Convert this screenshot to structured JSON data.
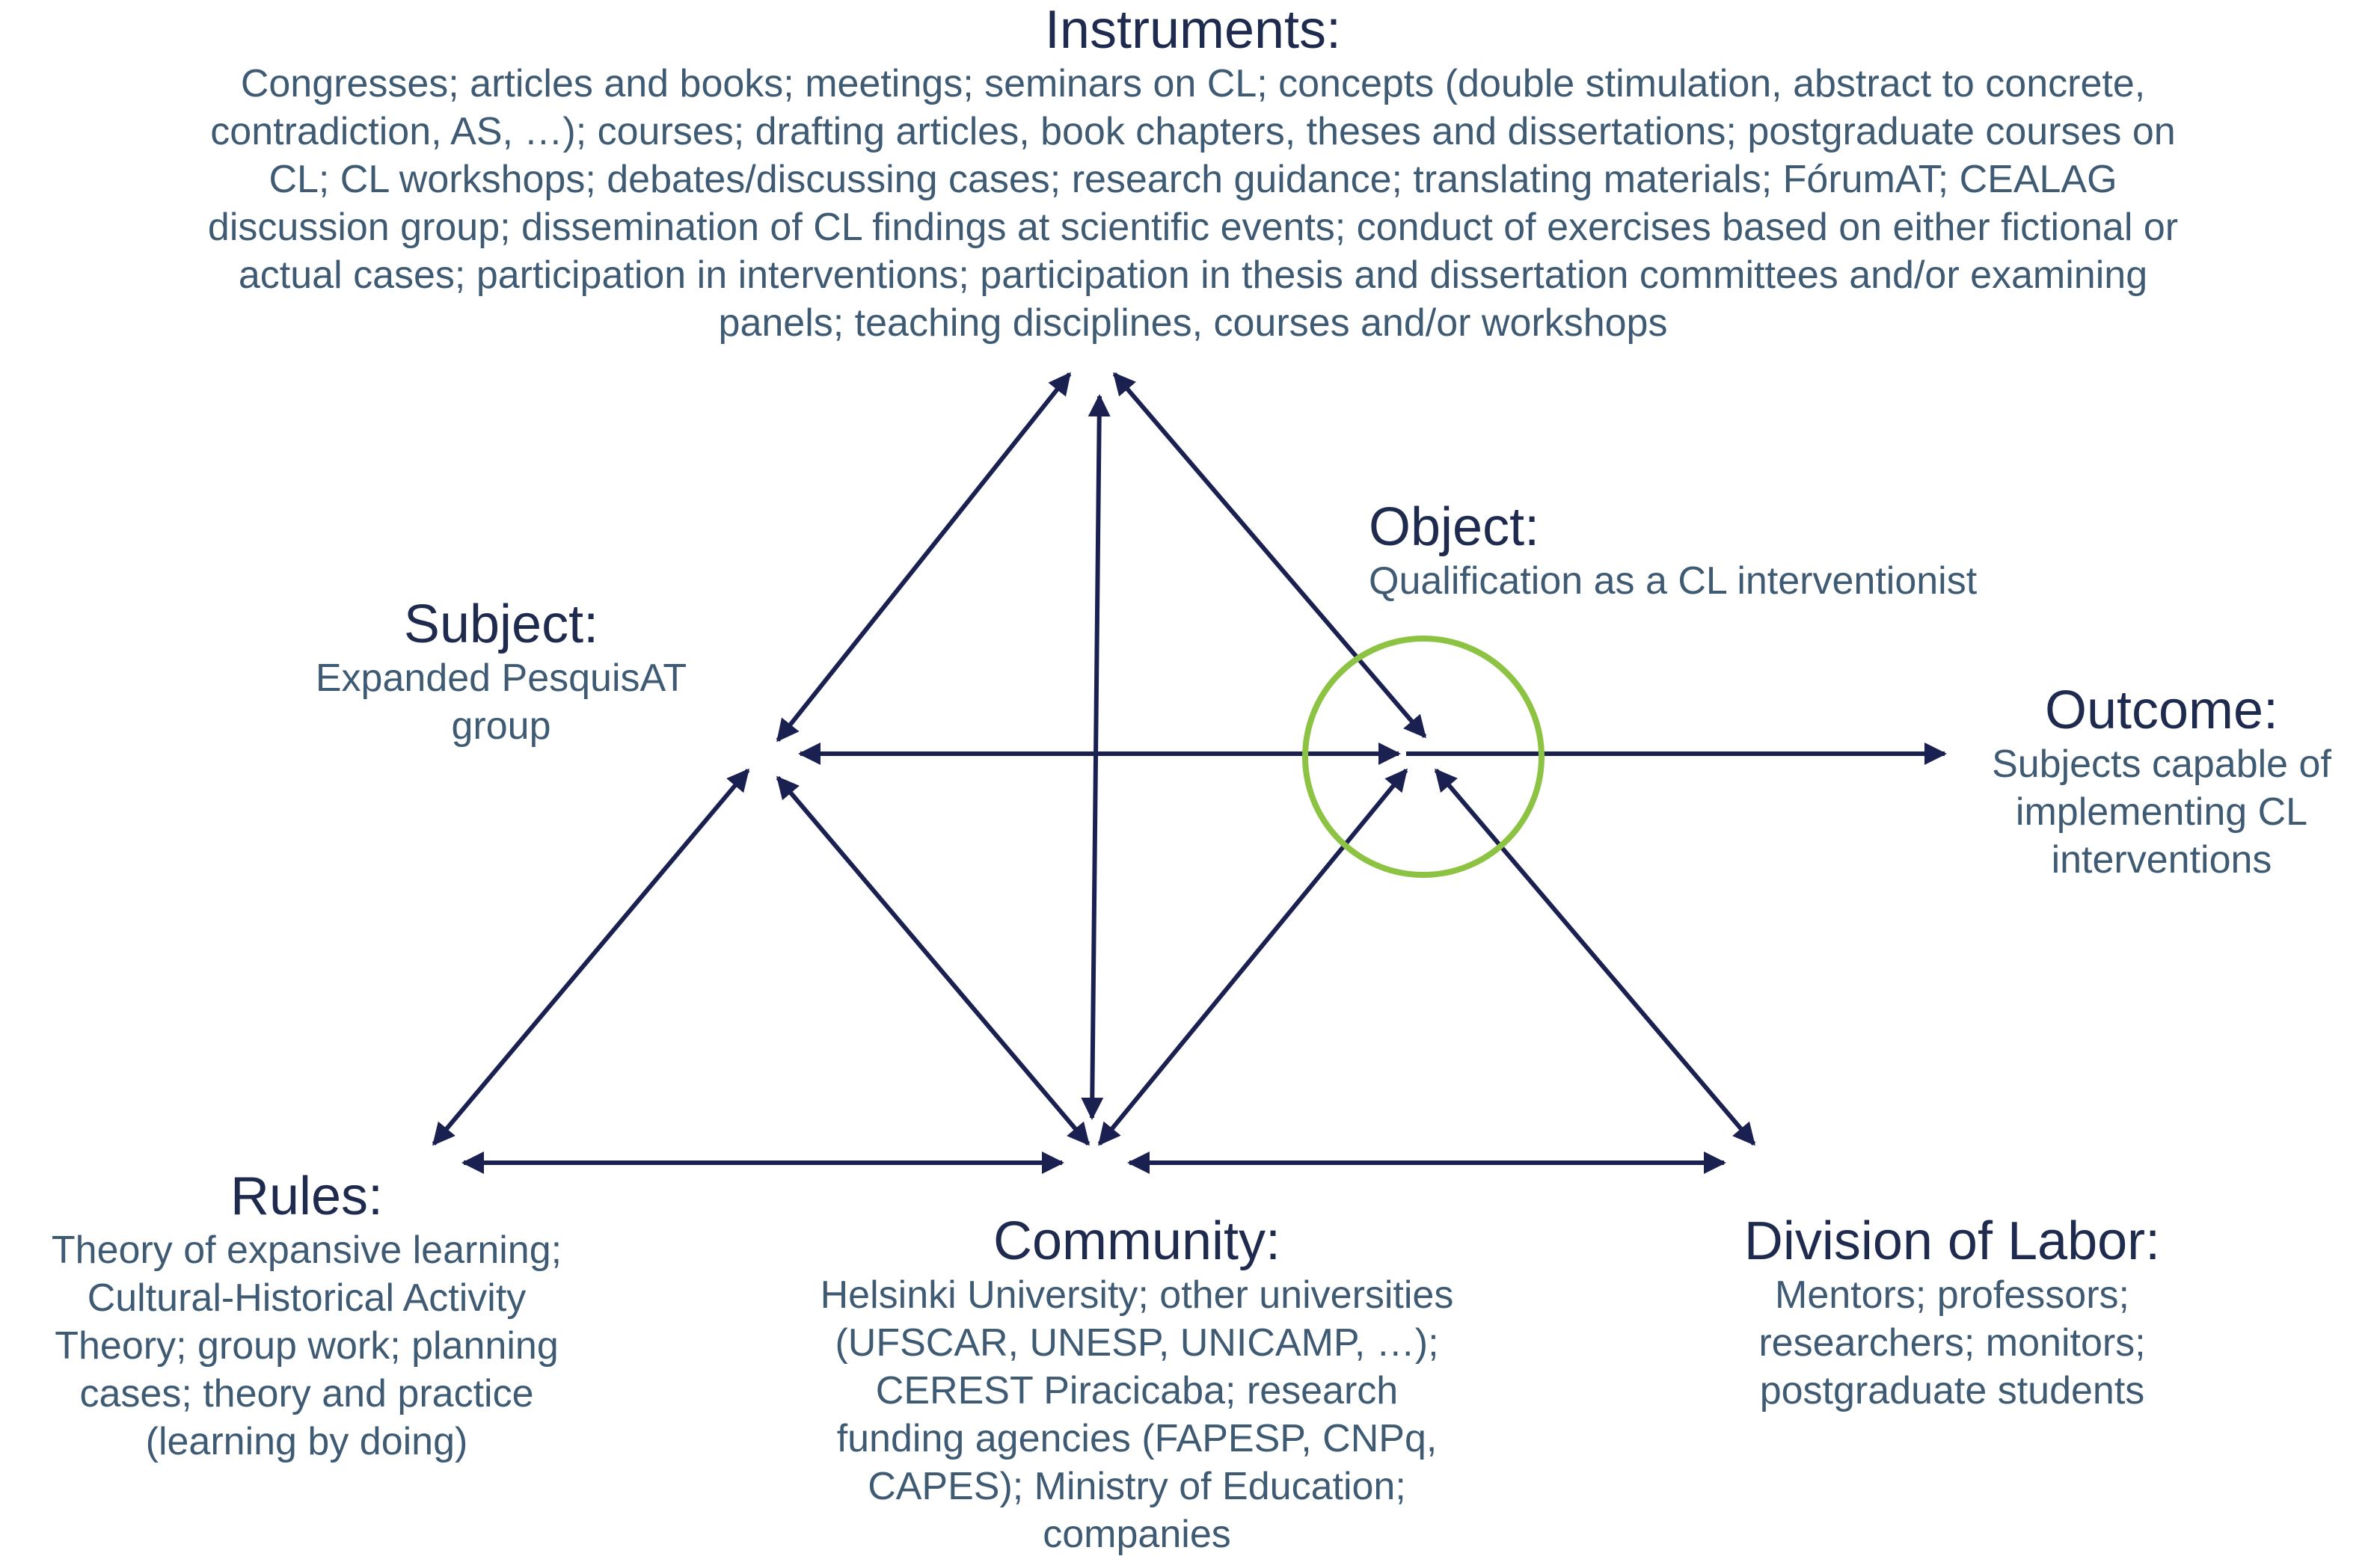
{
  "colors": {
    "heading": "#1f2b4e",
    "body_text": "#3f5b74",
    "arrow": "#1a2150",
    "highlight_circle": "#8cc342"
  },
  "instruments": {
    "title": "Instruments:",
    "text": "Congresses; articles and books; meetings; seminars on CL; concepts (double stimulation, abstract to concrete,\ncontradiction, AS, …); courses; drafting articles, book chapters, theses and dissertations; postgraduate courses on\nCL; CL workshops; debates/discussing cases; research guidance; translating materials; FórumAT; CEALAG\ndiscussion group; dissemination of CL findings at scientific events; conduct of exercises based on either fictional or\nactual cases; participation in interventions; participation in thesis and dissertation committees and/or examining\npanels; teaching disciplines, courses and/or workshops"
  },
  "subject": {
    "title": "Subject:",
    "text": "Expanded PesquisAT\ngroup"
  },
  "object": {
    "title": "Object:",
    "text": "Qualification as a CL interventionist"
  },
  "outcome": {
    "title": "Outcome:",
    "text": "Subjects capable of\nimplementing CL\ninterventions"
  },
  "rules": {
    "title": "Rules:",
    "text": "Theory of expansive learning;\nCultural-Historical Activity\nTheory; group work; planning\ncases; theory and practice\n(learning by doing)"
  },
  "community": {
    "title": "Community:",
    "text": "Helsinki University; other universities\n(UFSCAR, UNESP, UNICAMP, …);\nCEREST Piracicaba; research\nfunding agencies (FAPESP, CNPq,\nCAPES); Ministry of Education;\ncompanies"
  },
  "division": {
    "title": "Division of Labor:",
    "text": "Mentors; professors;\nresearchers; monitors;\npostgraduate students"
  }
}
